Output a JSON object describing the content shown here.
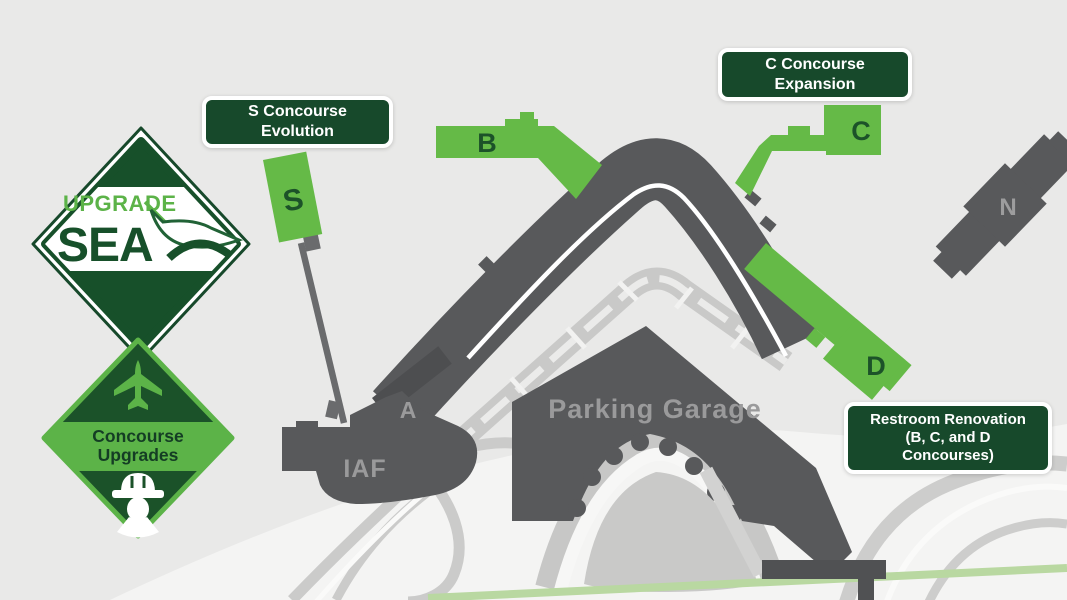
{
  "logo": {
    "word1": "UPGRADE",
    "word2": "SEA"
  },
  "badge": {
    "line1": "Concourse",
    "line2": "Upgrades"
  },
  "callouts": {
    "s": {
      "line1": "S Concourse",
      "line2": "Evolution"
    },
    "c": {
      "line1": "C Concourse",
      "line2": "Expansion"
    },
    "restroom": {
      "line1": "Restroom Renovation",
      "line2": "(B, C, and D",
      "line3": "Concourses)"
    }
  },
  "map": {
    "concourse_b": "B",
    "concourse_c": "C",
    "concourse_d": "D",
    "concourse_n": "N",
    "concourse_s": "S",
    "concourse_a": "A",
    "iaf": "IAF",
    "parking_garage": "Parking Garage"
  },
  "colors": {
    "accent_green": "#65ba47",
    "dark_green": "#17492b",
    "terminal_gray": "#58595b",
    "map_label_gray": "#9a9a9b",
    "light_rail_green": "#b9d8a1",
    "background": "#e9e9e8"
  }
}
